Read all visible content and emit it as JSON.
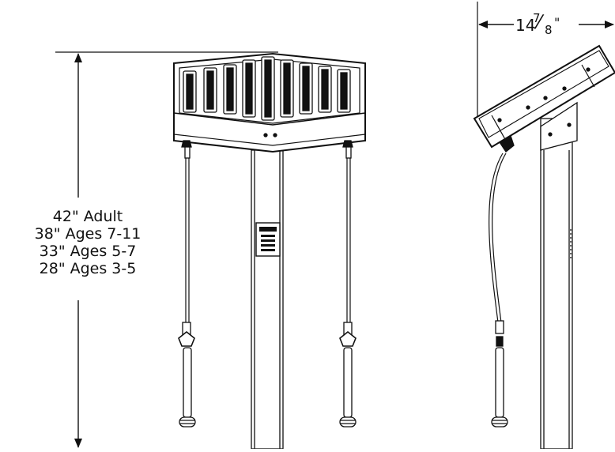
{
  "drawing": {
    "height_dimension": {
      "labels": [
        "42\" Adult",
        "38\" Ages 7-11",
        "33\" Ages 5-7",
        "28\" Ages 3-5"
      ]
    },
    "width_dimension": {
      "whole": "14",
      "numerator": "7",
      "denominator": "8",
      "unit": "\""
    }
  }
}
